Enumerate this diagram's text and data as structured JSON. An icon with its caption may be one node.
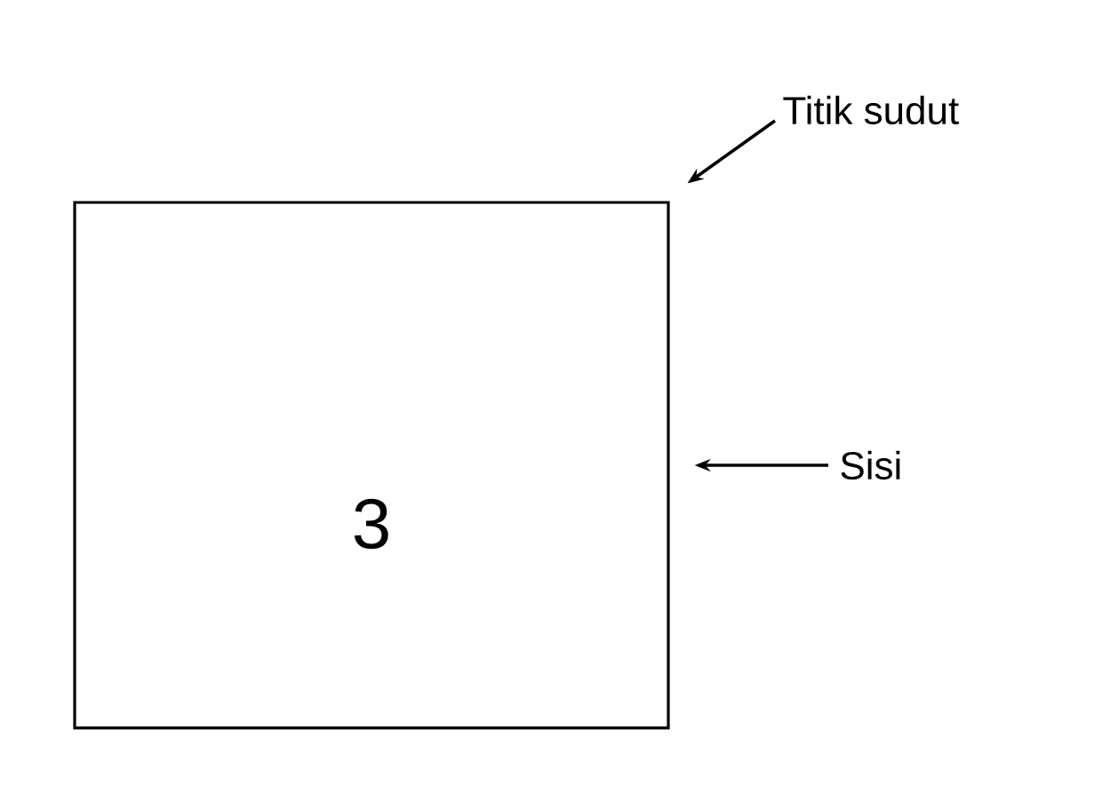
{
  "diagram": {
    "nodes": [
      {
        "text": [
          "3"
        ]
      },
      {
        "text": [
          "Titik sudut"
        ]
      },
      {
        "text": [
          "Sisi"
        ]
      }
    ],
    "edges": [
      {
        "from": 1,
        "to": 0,
        "arrow": "to"
      },
      {
        "from": 2,
        "to": 0,
        "arrow": "to"
      }
    ]
  }
}
